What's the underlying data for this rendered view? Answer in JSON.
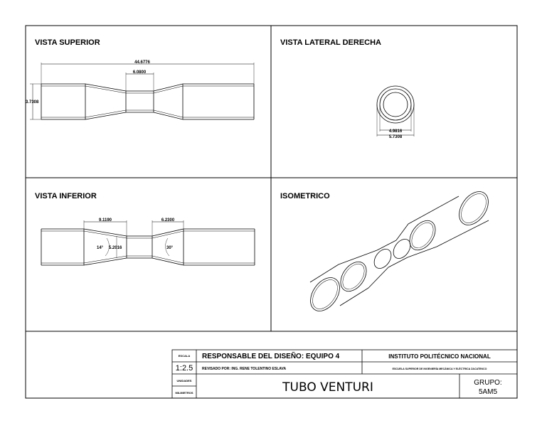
{
  "views": {
    "top": {
      "label": "VISTA SUPERIOR",
      "dim_overall": "44.6776",
      "dim_throat": "6.0800",
      "dim_height": "3.7308"
    },
    "side": {
      "label": "VISTA LATERAL DERECHA",
      "dim_inner": "4.9816",
      "dim_outer": "5.7308"
    },
    "bottom": {
      "label": "VISTA INFERIOR",
      "dim_left_cone": "9.1190",
      "dim_right_cone": "6.2300",
      "angle_left": "14°",
      "dim_throat": "5.2016",
      "angle_right": "30°"
    },
    "iso": {
      "label": "ISOMETRICO"
    }
  },
  "title_block": {
    "scale_label": "ESCALA",
    "scale_value": "1:2.5",
    "responsible": "RESPONSABLE DEL DISEÑO: EQUIPO 4",
    "reviewed": "REVISADO POR: ING. RENE TOLENTINO ESLAVA",
    "institute": "INSTITUTO POLITÉCNICO NACIONAL",
    "school": "ESCUELA SUPERIOR DE INGENIERÍA MECÁNICA Y ELÉCTRICA ZACATENCO",
    "units_label": "UNIDADES",
    "units_value": "MILIMETROS",
    "title": "TUBO VENTURI",
    "group_label": "GRUPO:",
    "group_value": "5AM5"
  }
}
